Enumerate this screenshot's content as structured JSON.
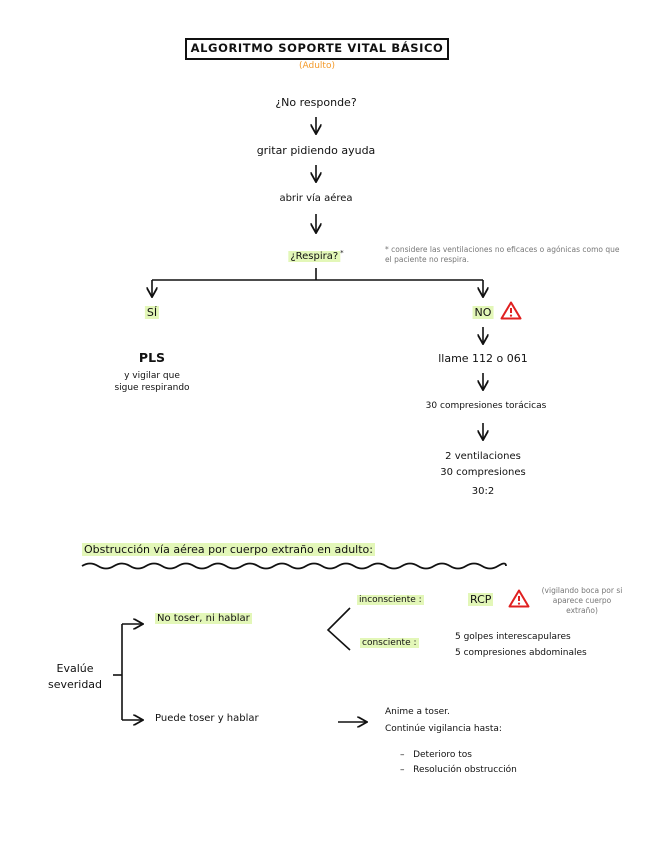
{
  "algorithm": {
    "title": "ALGORITMO SOPORTE VITAL BÁSICO",
    "subtitle": "(Adulto)",
    "steps": [
      "¿No responde?",
      "gritar pidiendo ayuda",
      "abrir vía aérea",
      "¿Respira?"
    ],
    "note": "* considere las ventilaciones no eficaces o agónicas como que el paciente no respira.",
    "yes_branch": {
      "label": "SÍ",
      "action": "PLS",
      "detail_lines": [
        "y vigilar que",
        "sigue respirando"
      ]
    },
    "no_branch": {
      "label": "NO",
      "steps": [
        "llame 112 o 061",
        "30 compresiones torácicas"
      ],
      "cycle_lines": [
        "2 ventilaciones",
        "30 compresiones",
        "30:2"
      ]
    }
  },
  "obstruction": {
    "title": "Obstrucción vía aérea por cuerpo extraño en adulto:",
    "assess": [
      "Evalúe",
      "severidad"
    ],
    "severe": {
      "label": "No toser, ni hablar",
      "unconscious_label": "inconsciente :",
      "unconscious_action": "RCP",
      "unconscious_note": "(vigilando boca por si aparece cuerpo extraño)",
      "conscious_label": "consciente :",
      "conscious_actions": [
        "5 golpes interescapulares",
        "5 compresiones abdominales"
      ]
    },
    "mild": {
      "label": "Puede toser y hablar",
      "actions": [
        "Anime a toser.",
        "Continúe vigilancia hasta:"
      ],
      "until": [
        "Deterioro tos",
        "Resolución obstrucción"
      ]
    }
  },
  "colors": {
    "highlight": "#e3f7b8",
    "accent": "#f39a2b",
    "warning": "#e02020"
  },
  "icons": [
    "warning-icon",
    "warning-icon"
  ]
}
